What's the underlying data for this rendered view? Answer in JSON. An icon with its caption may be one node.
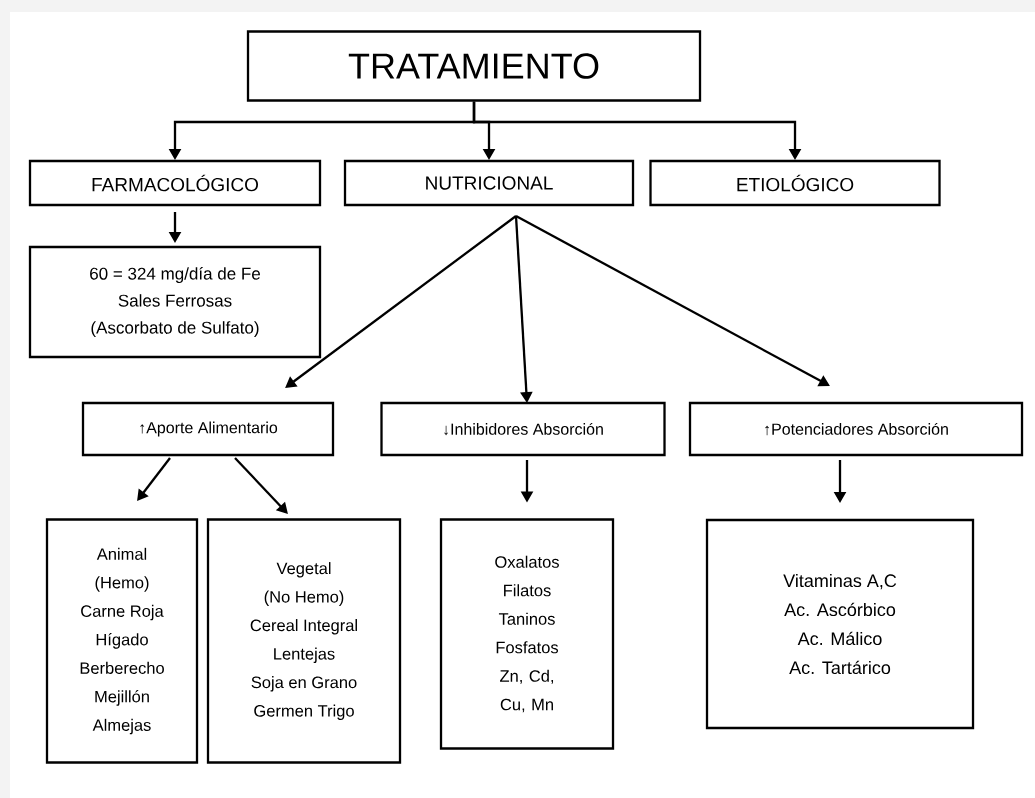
{
  "diagram": {
    "nodes": [
      {
        "text": [
          "TRATAMIENTO"
        ]
      },
      {
        "text": [
          "FARMACOLÓGICO"
        ]
      },
      {
        "text": [
          "NUTRICIONAL"
        ]
      },
      {
        "text": [
          "ETIOLÓGICO"
        ]
      },
      {
        "text": [
          "60 = 324 mg/día de Fe",
          "Sales Ferrosas",
          "(Ascorbato de Sulfato)"
        ]
      },
      {
        "text": [
          "↑Aporte Alimentario"
        ]
      },
      {
        "text": [
          "↓Inhibidores Absorción"
        ]
      },
      {
        "text": [
          "↑Potenciadores Absorción"
        ]
      },
      {
        "text": [
          "Animal",
          "(Hemo)",
          "Carne Roja",
          "Hígado",
          "Berberecho",
          "Mejillón",
          "Almejas"
        ]
      },
      {
        "text": [
          "Vegetal",
          "(No Hemo)",
          "Cereal Integral",
          "Lentejas",
          "Soja en Grano",
          "Germen Trigo"
        ]
      },
      {
        "text": [
          "Oxalatos",
          "Filatos",
          "Taninos",
          "Fosfatos",
          "Zn, Cd, Cu, Mn"
        ]
      },
      {
        "text": [
          "Vitaminas A,C",
          "Ac. Ascórbico",
          "Ac. Málico",
          "Ac. Tartárico"
        ]
      }
    ],
    "edges": [
      {
        "from": 0,
        "to": 1,
        "arrow": "to"
      },
      {
        "from": 0,
        "to": 2,
        "arrow": "to"
      },
      {
        "from": 0,
        "to": 3,
        "arrow": "to"
      },
      {
        "from": 1,
        "to": 4,
        "arrow": "to"
      },
      {
        "from": 2,
        "to": 5,
        "arrow": "to"
      },
      {
        "from": 2,
        "to": 6,
        "arrow": "to"
      },
      {
        "from": 2,
        "to": 7,
        "arrow": "to"
      },
      {
        "from": 5,
        "to": 8,
        "arrow": "to"
      },
      {
        "from": 5,
        "to": 9,
        "arrow": "to"
      },
      {
        "from": 6,
        "to": 10,
        "arrow": "to"
      },
      {
        "from": 7,
        "to": 11,
        "arrow": "to"
      }
    ]
  }
}
